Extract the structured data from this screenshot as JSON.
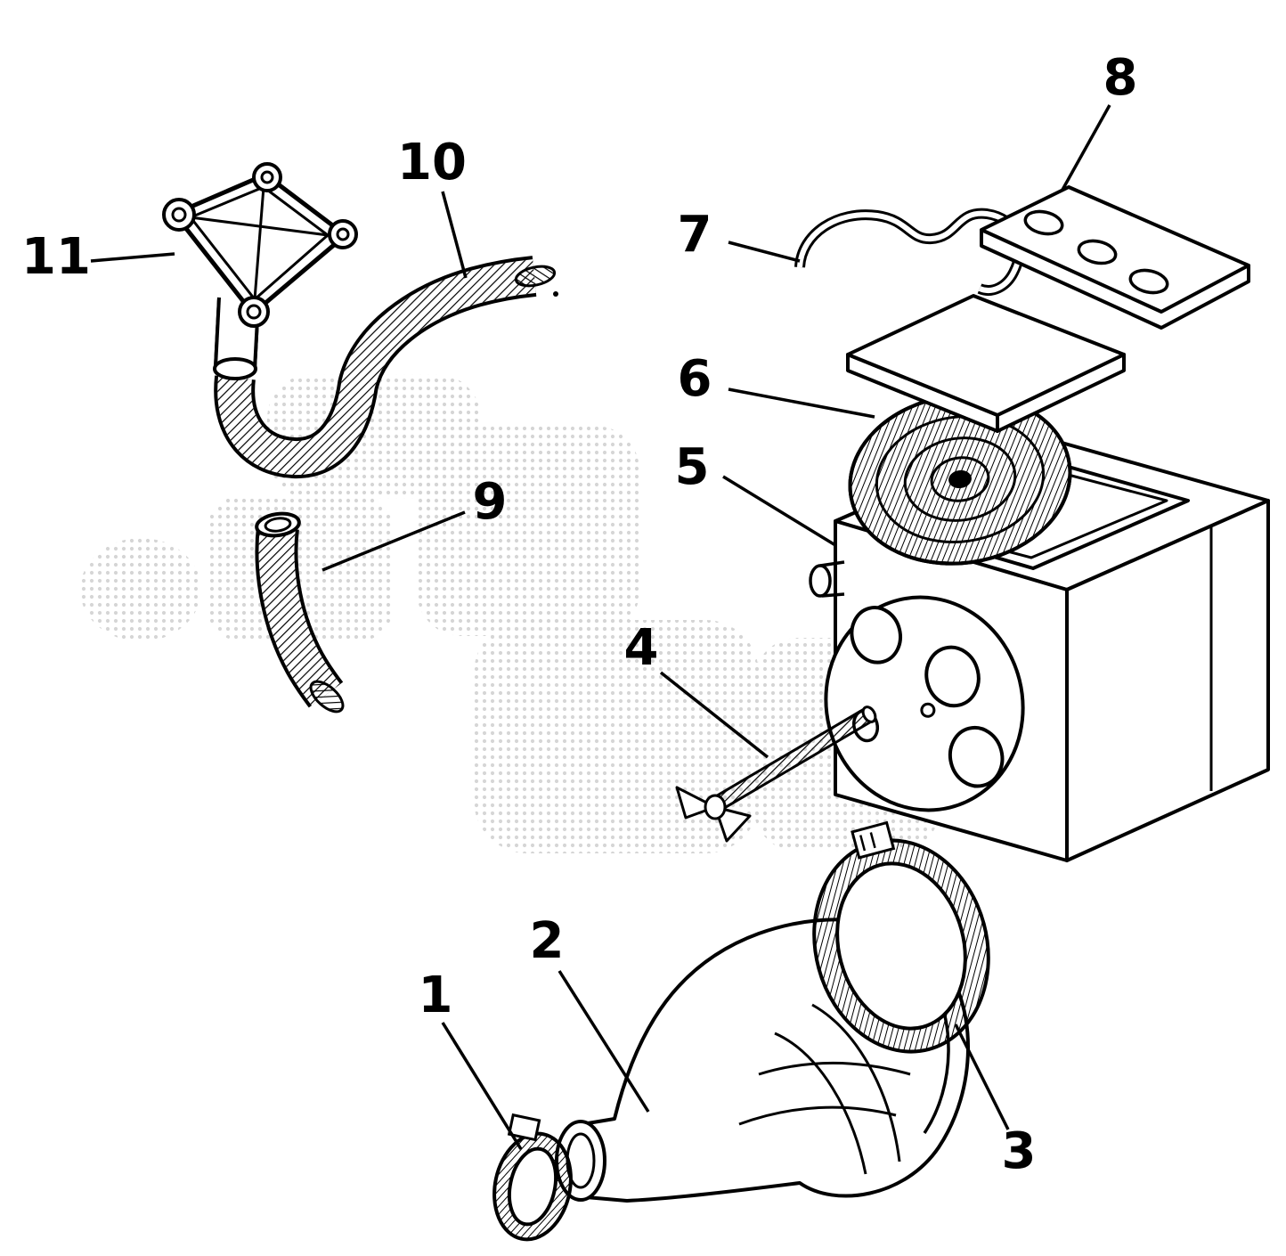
{
  "diagram": {
    "type": "exploded-parts-diagram",
    "colors": {
      "line": "#000000",
      "background": "#ffffff",
      "watermark_dot": "#c0c0c0"
    },
    "callouts": [
      {
        "number": "1"
      },
      {
        "number": "2"
      },
      {
        "number": "3"
      },
      {
        "number": "4"
      },
      {
        "number": "5"
      },
      {
        "number": "6"
      },
      {
        "number": "7"
      },
      {
        "number": "8"
      },
      {
        "number": "9"
      },
      {
        "number": "10"
      },
      {
        "number": "11"
      }
    ]
  }
}
